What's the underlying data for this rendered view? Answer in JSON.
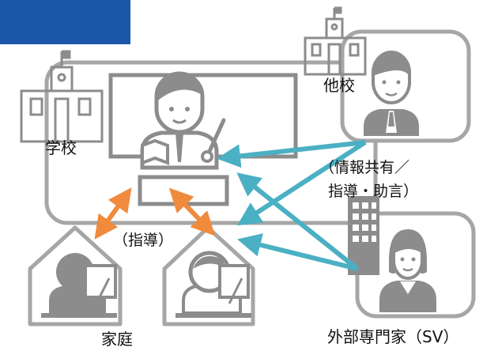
{
  "labels": {
    "school": "学校",
    "other_school": "他校",
    "home": "家庭",
    "info_sharing_line1": "（情報共有／",
    "info_sharing_line2": "指導・助言）",
    "guidance": "（指導）",
    "expert": "外部専門家（SV）"
  },
  "colors": {
    "header_block": "#1a57a8",
    "outline": "#a6a6a6",
    "figure_gray": "#8c8c8c",
    "arrow_teal": "#4bb0c3",
    "arrow_orange": "#f08a3c"
  },
  "icons": {
    "school_building": "school-building-icon",
    "teacher": "teacher-icon",
    "student": "student-at-desk-icon",
    "office_building": "office-building-icon",
    "man": "man-icon",
    "woman": "woman-icon",
    "house": "house-icon"
  }
}
